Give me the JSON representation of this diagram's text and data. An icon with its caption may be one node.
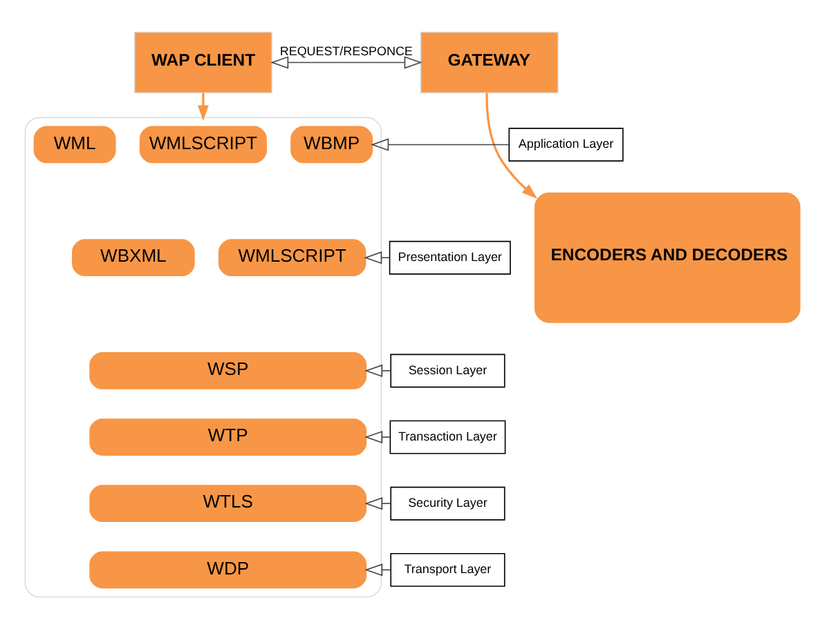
{
  "diagram": {
    "nodes": [
      {
        "text": [
          "WAP CLIENT"
        ]
      },
      {
        "text": [
          "GATEWAY"
        ]
      },
      {
        "text": [],
        "shape": "box"
      },
      {
        "text": [
          "WML"
        ],
        "in": 2
      },
      {
        "text": [
          "WMLSCRIPT"
        ],
        "in": 2
      },
      {
        "text": [
          "WBMP"
        ],
        "in": 2
      },
      {
        "text": [
          "WBXML"
        ],
        "in": 2
      },
      {
        "text": [
          "WMLSCRIPT"
        ],
        "in": 2
      },
      {
        "text": [
          "WSP"
        ],
        "in": 2
      },
      {
        "text": [
          "WTP"
        ],
        "in": 2
      },
      {
        "text": [
          "WTLS"
        ],
        "in": 2
      },
      {
        "text": [
          "WDP"
        ],
        "in": 2
      },
      {
        "text": [
          "ENCODERS AND DECODERS"
        ]
      },
      {
        "text": [
          "Application Layer"
        ]
      },
      {
        "text": [
          "Presentation Layer"
        ]
      },
      {
        "text": [
          "Session Layer"
        ]
      },
      {
        "text": [
          "Transaction Layer"
        ]
      },
      {
        "text": [
          "Security Layer"
        ]
      },
      {
        "text": [
          "Transport Layer"
        ]
      }
    ],
    "edges": [
      {
        "from": 0,
        "to": 1,
        "arrow": "both",
        "label": "REQUEST/RESPONCE"
      },
      {
        "from": 0,
        "to": 2,
        "arrow": "to",
        "color": "#f79646"
      },
      {
        "from": 1,
        "to": 12,
        "arrow": "to",
        "color": "#f79646"
      },
      {
        "from": 13,
        "to": 5,
        "arrow": "to"
      },
      {
        "from": 14,
        "to": 7,
        "arrow": "to"
      },
      {
        "from": 15,
        "to": 8,
        "arrow": "to"
      },
      {
        "from": 16,
        "to": 9,
        "arrow": "to"
      },
      {
        "from": 17,
        "to": 10,
        "arrow": "to"
      },
      {
        "from": 18,
        "to": 11,
        "arrow": "to"
      }
    ]
  }
}
